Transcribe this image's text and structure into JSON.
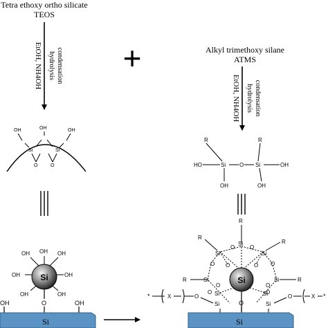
{
  "left": {
    "precursor_name": "Tetra ethoxy ortho silicate",
    "precursor_abbr": "TEOS",
    "reagents": "EtOH, NH4OH",
    "process_1": "hydrolysis",
    "process_2": "condensation"
  },
  "right": {
    "precursor_name": "Alkyl trimethoxy silane",
    "precursor_abbr": "ATMS",
    "reagents": "EtOH, NH4OH",
    "process_1": "hydrolysis",
    "process_2": "condensation"
  },
  "plus_sign": "+",
  "atoms": {
    "si": "Si",
    "o": "O",
    "oh": "OH",
    "ho": "HO",
    "r": "R",
    "x": "X",
    "star": "*"
  },
  "substrate_label": "Si",
  "colors": {
    "substrate": "#5b93c5",
    "substrate_edge": "#2c5f8a",
    "sphere_dark": "#1a1a1a",
    "sphere_light": "#d9d9d9"
  }
}
